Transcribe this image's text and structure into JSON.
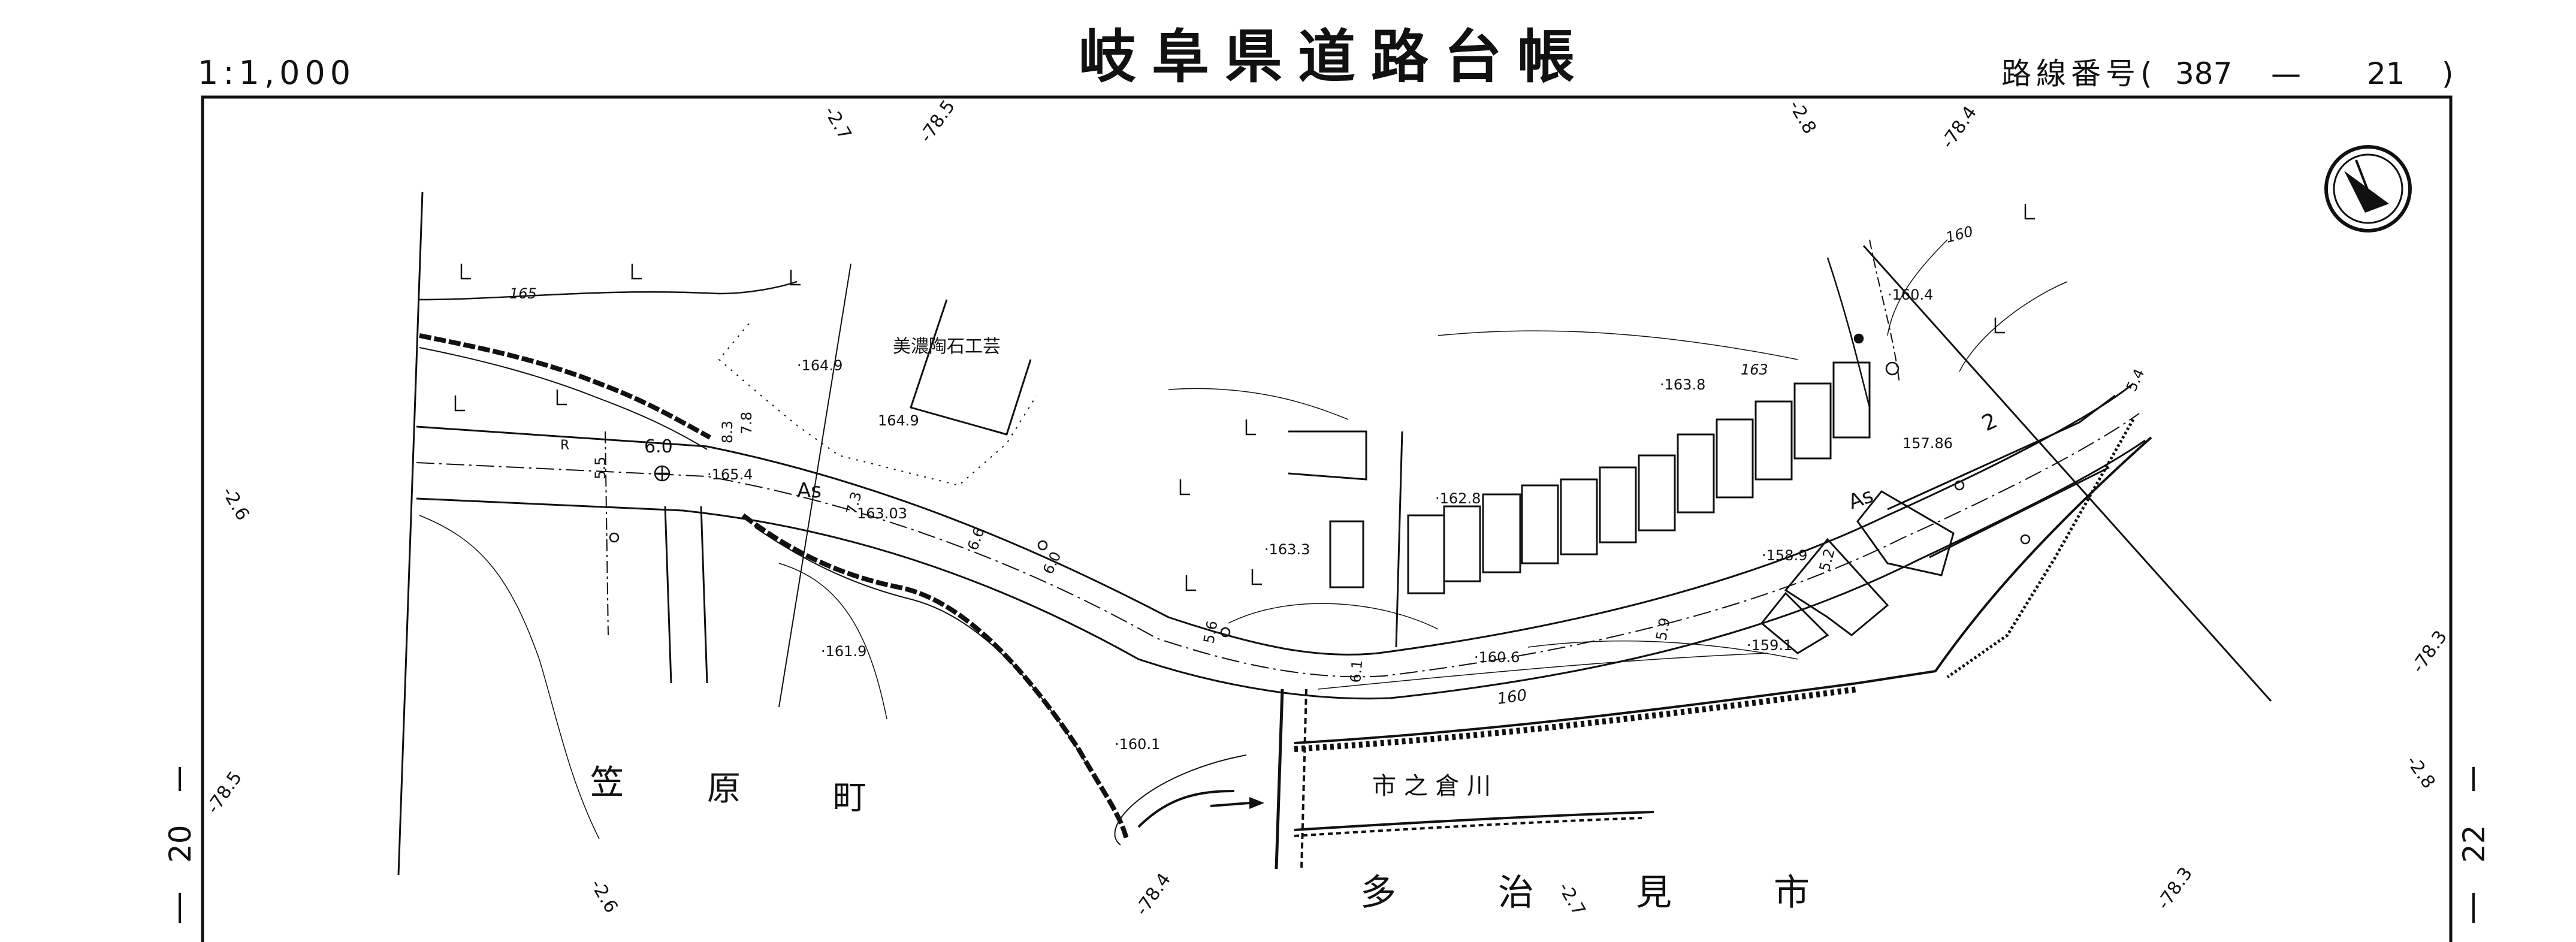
{
  "header": {
    "scale": "1:1,000",
    "title": "岐阜県道路台帳",
    "route_label": "路線番号",
    "route_open": "(",
    "route_number": "387",
    "route_dash": "—",
    "route_sheet": "21",
    "route_close": ")"
  },
  "sheet_refs": {
    "left": "20",
    "right": "22"
  },
  "grid_coords": {
    "top_a": "-2.7",
    "top_b": "-78.5",
    "top_c": "-2.8",
    "top_d": "-78.4",
    "left_a": "-2.6",
    "left_b": "-78.5",
    "right_a": "-78.3",
    "right_b": "-2.8",
    "bottom_a": "-2.6",
    "bottom_b": "-78.4",
    "bottom_c": "-2.7",
    "bottom_d": "-78.3"
  },
  "place_names": {
    "town_1": "笠",
    "town_2": "原",
    "town_3": "町",
    "city_1": "多",
    "city_2": "治",
    "city_3": "見",
    "city_4": "市",
    "river": "市 之 倉 川",
    "facility": "美濃陶石工芸"
  },
  "elevations": {
    "e1": "·164.9",
    "e2": "164.9",
    "e3": "·165.4",
    "e4": "163.03",
    "e5": "·161.9",
    "e6": "·160.1",
    "e7": "·163.3",
    "e8": "·162.8",
    "e9": "·160.6",
    "e10": "·158.9",
    "e11": "·159.1",
    "e12": "157.86",
    "e13": "·163.8",
    "e14": "·160.4"
  },
  "contours": {
    "c165": "165",
    "c163": "163",
    "c160": "160",
    "c160b": "160"
  },
  "dimensions": {
    "d1": "6.0",
    "d2": "8.3",
    "d3": "7.8",
    "d4": "5.5",
    "d5": "7.3",
    "d6": "6.6",
    "d7": "6.0",
    "d8": "5.6",
    "d9": "6.1",
    "d10": "5.9",
    "d11": "5.2",
    "d12": "5.4",
    "road_surface_1": "As",
    "road_surface_2": "As",
    "road_r": "R",
    "marker_2": "2"
  }
}
